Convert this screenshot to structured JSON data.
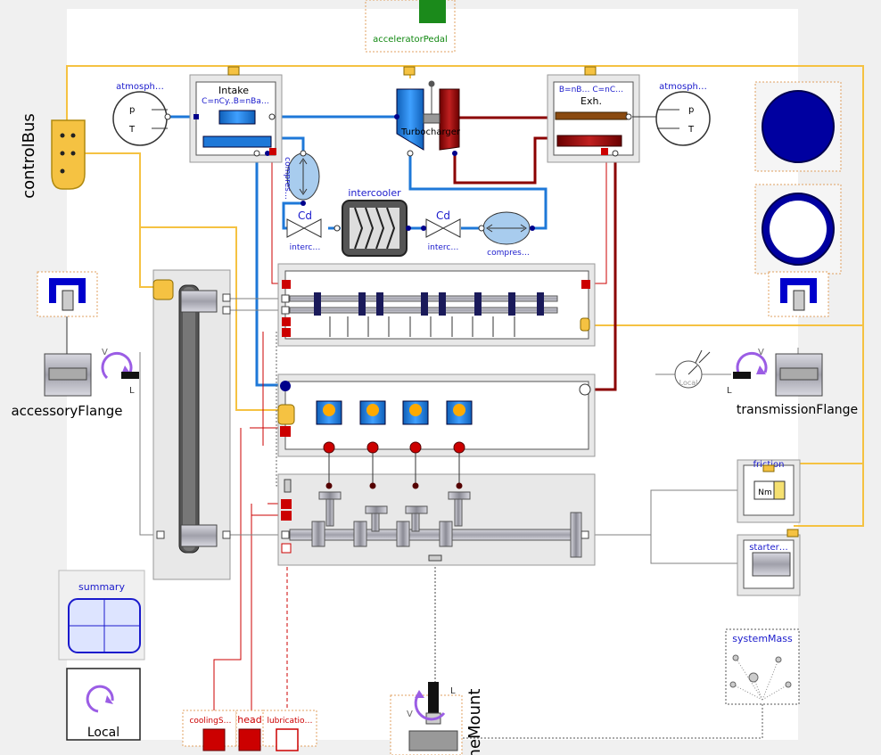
{
  "diagram": {
    "components": {
      "accelerator_pedal": "acceleratorPedal",
      "control_bus": "controlBus",
      "atmosphere_left": "atmosph…",
      "atmosphere_right": "atmosph…",
      "intake": "Intake",
      "intake_params": "C=nCy..B=nBa…",
      "exhaust": "Exh.",
      "exhaust_params": "B=nB… C=nC…",
      "turbocharger": "Turbocharger",
      "compressor_vertical": "compres…",
      "cd_left": "Cd",
      "cd_right": "Cd",
      "intercooler_left": "interc…",
      "intercooler_right": "interc…",
      "intercooler": "intercooler",
      "compressor_right": "compres…",
      "accessory_flange": "accessoryFlange",
      "transmission_flange": "transmissionFlange",
      "friction": "friction",
      "friction_unit": "Nm",
      "starter": "starter…",
      "summary": "summary",
      "local": "Local",
      "local_sensor": "Local",
      "system_mass": "systemMass",
      "cooling": "coolingS…",
      "head": "head",
      "lubrication": "lubricatio…",
      "engine_mount": "neMount",
      "port_p": "p",
      "port_t": "T",
      "flange_v": "V",
      "flange_l": "L"
    },
    "colors": {
      "background": "#f0f0f0",
      "canvas": "#ffffff",
      "signal_bus": "#f5c242",
      "fluid": "#1e78d8",
      "exhaust": "#8b0000",
      "mechanical": "#808080",
      "port_blue": "#00008b",
      "port_red": "#cc0000",
      "label_blue": "#1a1acc",
      "label_green": "#118811"
    }
  }
}
